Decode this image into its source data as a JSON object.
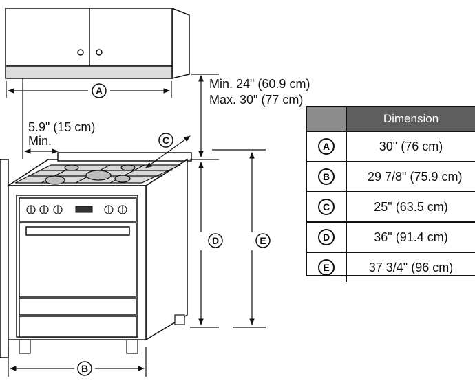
{
  "labels": {
    "min_clearance": "Min. 24\" (60.9 cm)",
    "max_clearance": "Max. 30\" (77 cm)",
    "side_clearance": "5.9\" (15 cm)",
    "side_min": "Min."
  },
  "callouts": {
    "A": "A",
    "B": "B",
    "C": "C",
    "D": "D",
    "E": "E"
  },
  "table": {
    "header": "Dimension",
    "rows": [
      {
        "key": "A",
        "value": "30\" (76 cm)"
      },
      {
        "key": "B",
        "value": "29 7/8\" (75.9 cm)"
      },
      {
        "key": "C",
        "value": "25\" (63.5 cm)"
      },
      {
        "key": "D",
        "value": "36\" (91.4 cm)"
      },
      {
        "key": "E",
        "value": "37 3/4\" (96 cm)"
      }
    ]
  }
}
